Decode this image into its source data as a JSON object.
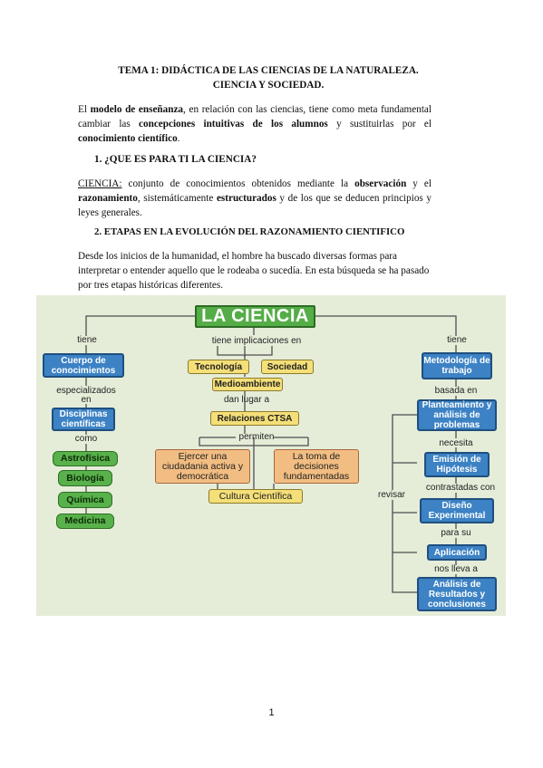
{
  "title": {
    "line1": "TEMA 1: DIDÁCTICA DE LAS CIENCIAS DE LA NATURALEZA.",
    "line2": "CIENCIA Y SOCIEDAD."
  },
  "intro": {
    "p1": "El ",
    "b1": "modelo de enseñanza",
    "p2": ", en relación con las ciencias, tiene como meta fundamental cambiar las ",
    "b2": "concepciones intuitivas de los alumnos",
    "p3": " y sustituirlas por el ",
    "b3": "conocimiento científico",
    "p4": "."
  },
  "section1": {
    "heading": "1. ¿QUE ES PARA TI LA CIENCIA?"
  },
  "definition": {
    "term": "CIENCIA:",
    "t1": " conjunto de conocimientos obtenidos mediante la ",
    "b1": "observación",
    "t2": " y el ",
    "b2": "razonamiento",
    "t3": ", sistemáticamente ",
    "b3": "estructurados",
    "t4": " y de los que se deducen principios y leyes generales."
  },
  "section2": {
    "heading": "2. ETAPAS EN LA EVOLUCIÓN DEL RAZONAMIENTO CIENTIFICO",
    "text": "Desde los inicios de la humanidad, el hombre ha buscado diversas formas para interpretar o entender aquello que le rodeaba o sucedía. En esta búsqueda se ha pasado por tres etapas históricas diferentes."
  },
  "concept_map": {
    "title": "LA CIENCIA",
    "connectors": {
      "tiene_left": "tiene",
      "implicaciones": "tiene implicaciones en",
      "tiene_right": "tiene",
      "especializados": "especializados",
      "en": "en",
      "como": "como",
      "dan_lugar": "dan lugar a",
      "permiten": "permiten",
      "basada_en": "basada en",
      "necesita": "necesita",
      "contrastadas": "contrastadas con",
      "para_su": "para su",
      "nos_lleva": "nos lleva a",
      "revisar": "revisar"
    },
    "nodes": {
      "cuerpo": "Cuerpo de conocimientos",
      "disciplinas": "Disciplinas científicas",
      "astrofisica": "Astrofísica",
      "biologia": "Biología",
      "quimica": "Química",
      "medicina": "Medicina",
      "tecnologia": "Tecnología",
      "sociedad": "Sociedad",
      "medioambiente": "Medioambiente",
      "ctsa": "Relaciones CTSA",
      "ciudadania": "Ejercer una ciudadania activa y democrática",
      "decisiones": "La toma de decisiones fundamentadas",
      "cultura": "Cultura Científica",
      "metodologia": "Metodología de trabajo",
      "planteamiento": "Planteamiento y análisis de problemas",
      "hipotesis": "Emisión de Hipótesis",
      "diseno": "Diseño Experimental",
      "aplicacion": "Aplicación",
      "analisis": "Análisis de Resultados y conclusiones"
    },
    "colors": {
      "background": "#e5edd9",
      "title_green": "#54ad46",
      "blue": "#3c82c4",
      "yellow": "#f4df78",
      "orange": "#f2bd82",
      "green": "#58b14a"
    }
  },
  "page_number": "1"
}
